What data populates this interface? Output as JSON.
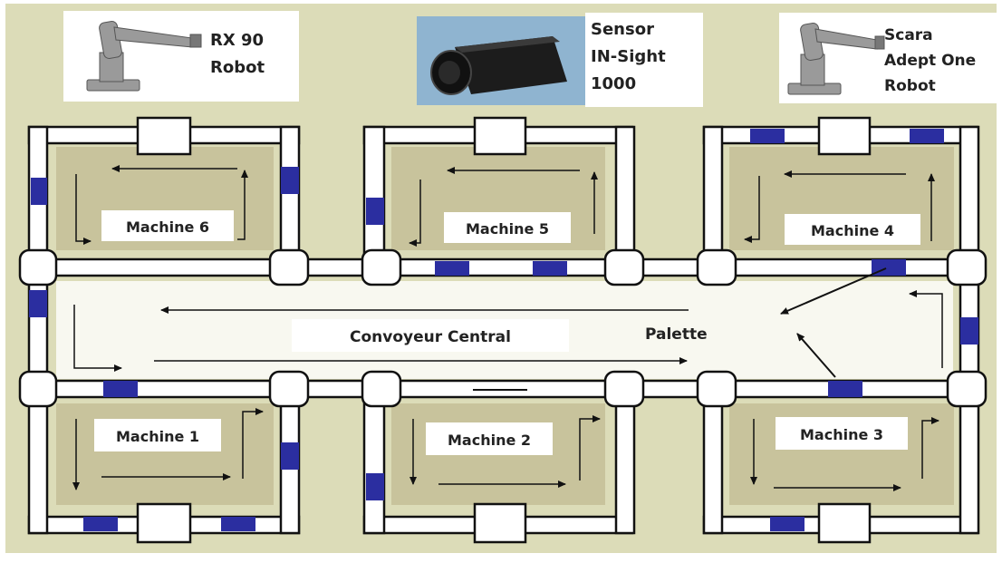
{
  "colors": {
    "board": "#dcdcb8",
    "zone": "#c8c39c",
    "rail": "#ffffff",
    "outline": "#111111",
    "sensor_block": "#2b2ea0",
    "caption_bg": "#ffffff",
    "sensor_photo_bg": "#8fb4d0"
  },
  "top_labels": {
    "robot_left": [
      "RX 90",
      "Robot"
    ],
    "sensor": [
      "Sensor",
      "IN-Sight",
      "1000"
    ],
    "robot_right": [
      "Scara",
      "Adept One",
      "Robot"
    ]
  },
  "machines": {
    "m1": "Machine 1",
    "m2": "Machine 2",
    "m3": "Machine 3",
    "m4": "Machine 4",
    "m5": "Machine 5",
    "m6": "Machine 6"
  },
  "central": {
    "conveyor": "Convoyeur Central",
    "pallet": "Palette"
  },
  "icons": {
    "robot_left": "industrial-robot-arm-icon",
    "sensor": "camera-sensor-icon",
    "robot_right": "scara-robot-icon"
  }
}
